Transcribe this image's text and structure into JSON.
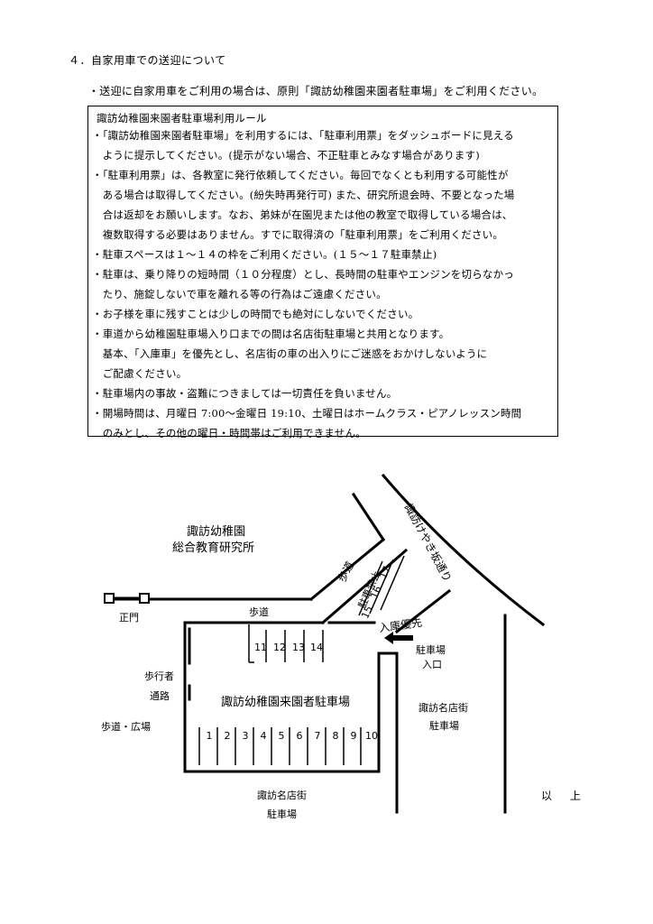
{
  "heading": "４．自家用車での送迎について",
  "intro": "・送迎に自家用車をご利用の場合は、原則「諏訪幼稚園来園者駐車場」をご利用ください。",
  "rules": {
    "title": "諏訪幼稚園来園者駐車場利用ルール",
    "lines": [
      "・「諏訪幼稚園来園者駐車場」を利用するには、「駐車利用票」をダッシュボードに見える",
      "　ように提示してください。(提示がない場合、不正駐車とみなす場合があります)",
      "・「駐車利用票」は、各教室に発行依頼してください。毎回でなくとも利用する可能性が",
      "　ある場合は取得してください。(紛失時再発行可) また、研究所退会時、不要となった場",
      "　合は返却をお願いします。なお、弟妹が在園児または他の教室で取得している場合は、",
      "　複数取得する必要はありません。すでに取得済の「駐車利用票」をご利用ください。",
      "・駐車スペースは１～１４の枠をご利用ください。(１５～１７駐車禁止)",
      "・駐車は、乗り降りの短時間（１０分程度）とし、長時間の駐車やエンジンを切らなかっ",
      "　たり、施錠しないで車を離れる等の行為はご遠慮ください。",
      "・お子様を車に残すことは少しの時間でも絶対にしないでください。",
      "・車道から幼稚園駐車場入り口までの間は名店街駐車場と共用となります。",
      "　基本、「入庫車」を優先とし、名店街の車の出入りにご迷惑をおかけしないように",
      "　ご配慮ください。",
      "・駐車場内の事故・盗難につきましては一切責任を負いません。",
      "・開場時間は、月曜日 7:00～金曜日 19:10、土曜日はホームクラス・ピアノレッスン時間",
      "　のみとし、その他の曜日・時間帯はご利用できません。"
    ]
  },
  "map": {
    "building_line1": "諏訪幼稚園",
    "building_line2": "総合教育研究所",
    "main_gate": "正門",
    "sidewalk_top": "歩道",
    "sidewalk_diag": "歩道",
    "no_parking": "駐車禁止",
    "street": "諏訪けやき坂通り",
    "entry_priority": "入庫優先",
    "entrance_line1": "駐車場",
    "entrance_line2": "入口",
    "pedestrian_line1": "歩行者",
    "pedestrian_line2": "通路",
    "plaza": "歩道・広場",
    "lot_name": "諏訪幼稚園来園者駐車場",
    "shop_lot_right_line1": "諏訪名店街",
    "shop_lot_right_line2": "駐車場",
    "shop_lot_bottom_line1": "諏訪名店街",
    "shop_lot_bottom_line2": "駐車場",
    "spots_bottom": [
      "1",
      "2",
      "3",
      "4",
      "5",
      "6",
      "7",
      "8",
      "9",
      "10"
    ],
    "spots_top": [
      "11",
      "12",
      "13",
      "14"
    ],
    "spots_prohibited": [
      "15",
      "16",
      "17"
    ]
  },
  "closing": "以 上"
}
